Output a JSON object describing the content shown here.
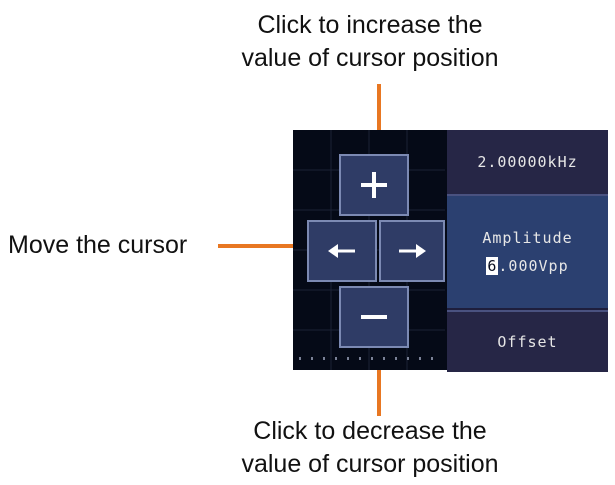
{
  "captions": {
    "top": [
      "Click to increase the",
      "value of cursor position"
    ],
    "left": "Move the cursor",
    "bottom": [
      "Click to decrease the",
      "value of cursor position"
    ]
  },
  "panel": {
    "frequency": "2.00000kHz",
    "amplitude_label": "Amplitude",
    "amplitude_cursor_digit": "6",
    "amplitude_rest": ".000Vpp",
    "offset_label": "Offset"
  },
  "keys": {
    "increase": "plus-icon",
    "decrease": "minus-icon",
    "move_left": "arrow-left-icon",
    "move_right": "arrow-right-icon"
  },
  "colors": {
    "callout": "#e87722",
    "screen_bg": "#050a17",
    "key_bg": "#2f3c66",
    "selected_cell": "#2b4070"
  }
}
